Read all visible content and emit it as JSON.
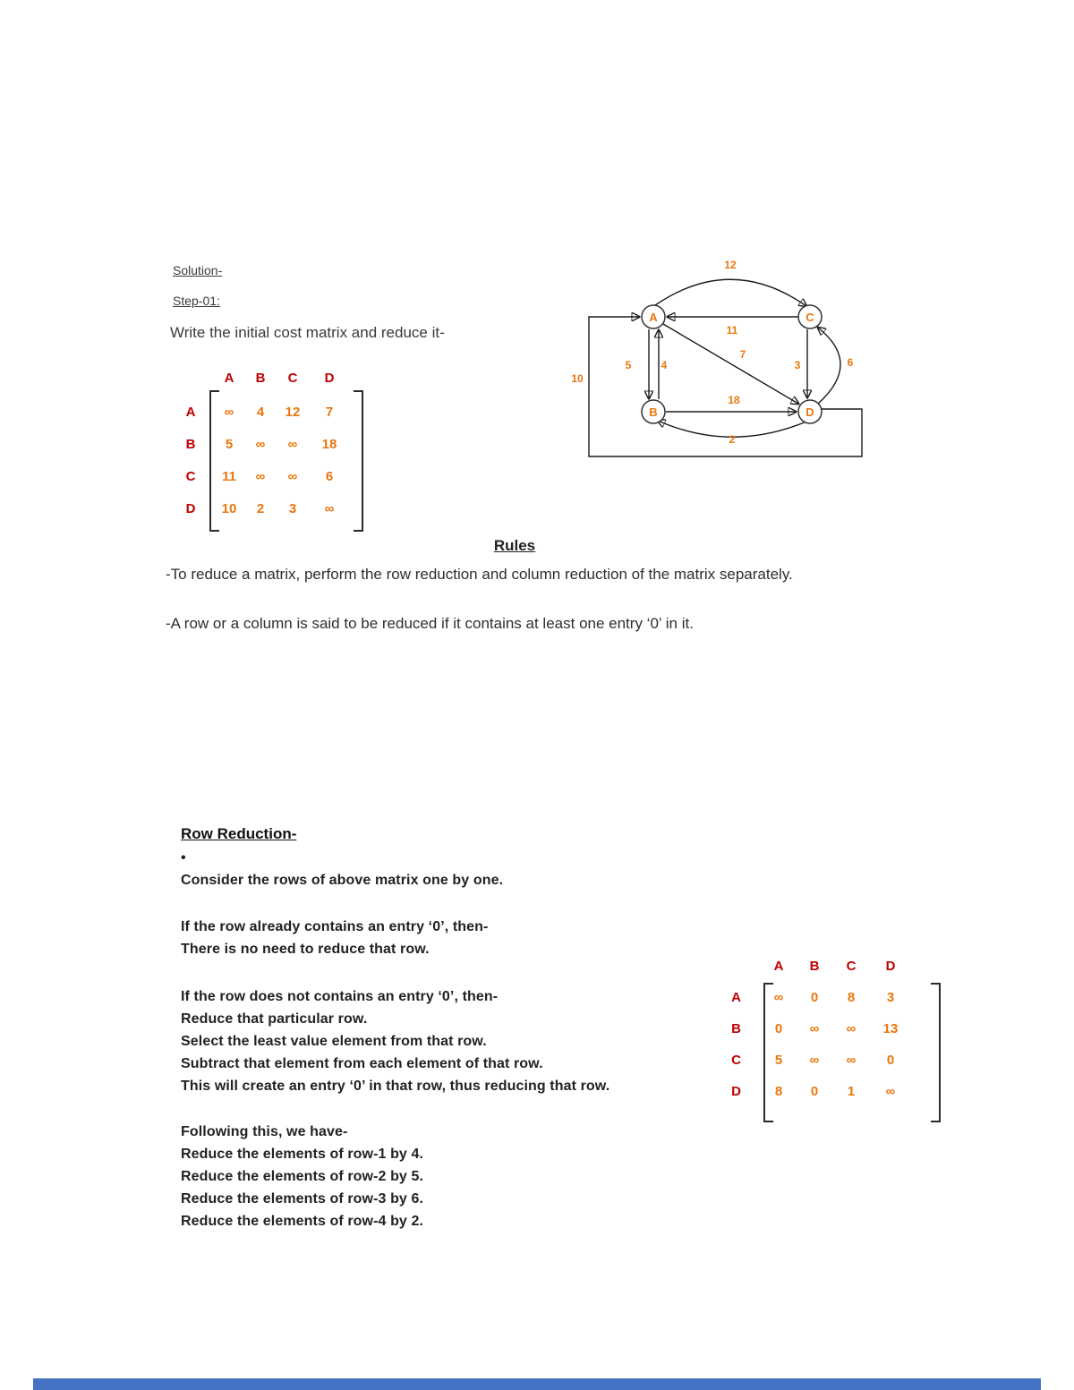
{
  "doc": {
    "solution_label": "Solution-",
    "step_label": "Step-01:",
    "intro": "Write the initial cost matrix and reduce it-",
    "rules_title": "Rules",
    "rule1": "-To reduce a matrix, perform the row reduction and column reduction of the matrix separately.",
    "rule2": "-A row or a column is said to be reduced if it contains at least one entry ‘0’ in it.",
    "row_reduction_title": "Row Reduction-",
    "bullet": "•",
    "consider": "Consider the rows of above matrix one by one.",
    "case1_line1": "If the row already contains an entry ‘0’, then-",
    "case1_line2": "There is no need to reduce that row.",
    "case2_line1": "If the row does not contains an entry ‘0’, then-",
    "case2_line2": "Reduce that particular row.",
    "case2_line3": "Select the least value element from that row.",
    "case2_line4": "Subtract that element from each element of that row.",
    "case2_line5": "This will create an entry ‘0’ in that row, thus reducing that row.",
    "following": "Following this, we have-",
    "follow1": "Reduce the elements of row-1 by 4.",
    "follow2": "Reduce the elements of row-2 by 5.",
    "follow3": "Reduce the elements of row-3 by 6.",
    "follow4": "Reduce the elements of row-4 by 2."
  },
  "matrix1": {
    "col_headers": [
      "A",
      "B",
      "C",
      "D"
    ],
    "row_headers": [
      "A",
      "B",
      "C",
      "D"
    ],
    "rows": [
      [
        "∞",
        "4",
        "12",
        "7"
      ],
      [
        "5",
        "∞",
        "∞",
        "18"
      ],
      [
        "11",
        "∞",
        "∞",
        "6"
      ],
      [
        "10",
        "2",
        "3",
        "∞"
      ]
    ]
  },
  "matrix2": {
    "col_headers": [
      "A",
      "B",
      "C",
      "D"
    ],
    "row_headers": [
      "A",
      "B",
      "C",
      "D"
    ],
    "rows": [
      [
        "∞",
        "0",
        "8",
        "3"
      ],
      [
        "0",
        "∞",
        "∞",
        "13"
      ],
      [
        "5",
        "∞",
        "∞",
        "0"
      ],
      [
        "8",
        "0",
        "1",
        "∞"
      ]
    ]
  },
  "graph": {
    "nodes": [
      {
        "id": "A"
      },
      {
        "id": "B"
      },
      {
        "id": "C"
      },
      {
        "id": "D"
      }
    ],
    "edge_labels": {
      "ac_top": "12",
      "ca": "11",
      "ab_left": "5",
      "ab_right": "4",
      "ad": "7",
      "da_outer": "10",
      "bd": "18",
      "db_bottom": "2",
      "cd_left": "3",
      "cd_right": "6"
    }
  },
  "colors": {
    "header_red": "#c00000",
    "value_orange": "#e8760c",
    "footer_blue": "#4472c4"
  }
}
